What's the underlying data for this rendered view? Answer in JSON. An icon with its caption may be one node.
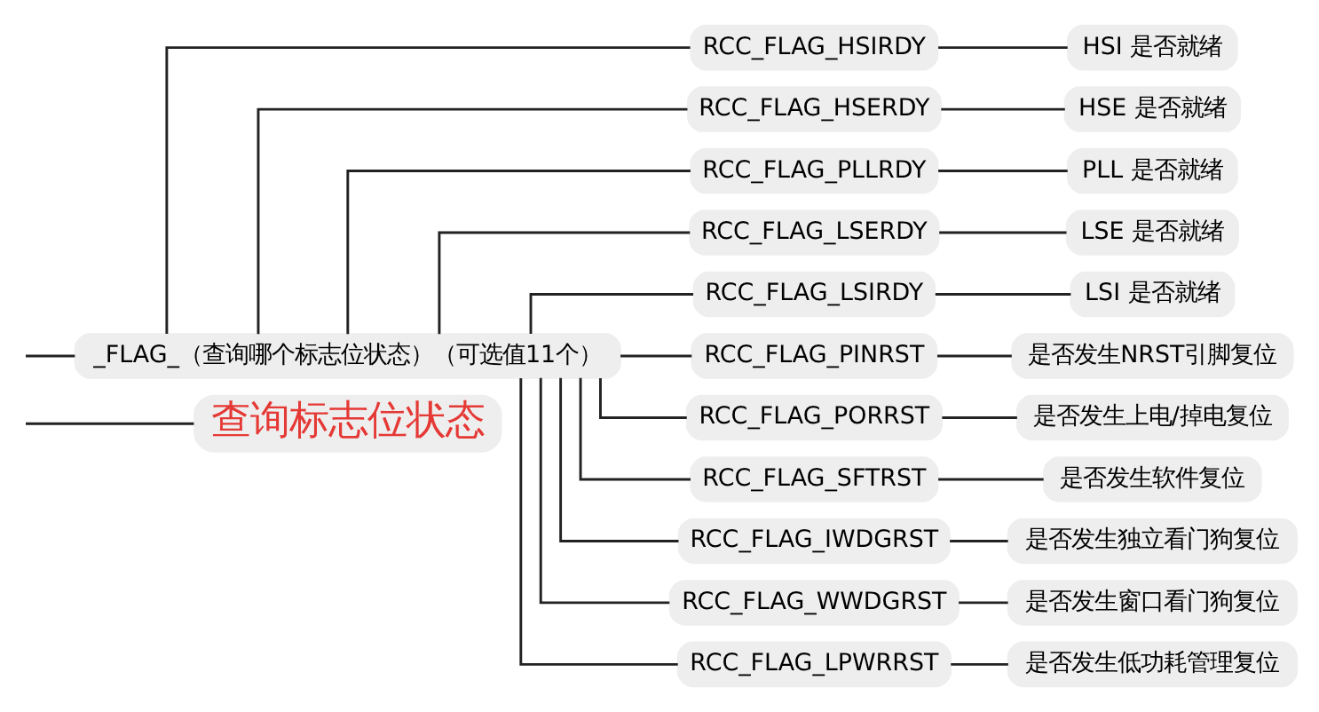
{
  "diagram": {
    "nodes": [
      {
        "text": [
          "查询标志位状态"
        ]
      },
      {
        "text": [
          "_FLAG_（查询哪个标志位状态）（可选值11个）"
        ]
      },
      {
        "text": [
          "RCC_FLAG_HSIRDY"
        ]
      },
      {
        "text": [
          "RCC_FLAG_HSERDY"
        ]
      },
      {
        "text": [
          "RCC_FLAG_PLLRDY"
        ]
      },
      {
        "text": [
          "RCC_FLAG_LSERDY"
        ]
      },
      {
        "text": [
          "RCC_FLAG_LSIRDY"
        ]
      },
      {
        "text": [
          "RCC_FLAG_PINRST"
        ]
      },
      {
        "text": [
          "RCC_FLAG_PORRST"
        ]
      },
      {
        "text": [
          "RCC_FLAG_SFTRST"
        ]
      },
      {
        "text": [
          "RCC_FLAG_IWDGRST"
        ]
      },
      {
        "text": [
          "RCC_FLAG_WWDGRST"
        ]
      },
      {
        "text": [
          "RCC_FLAG_LPWRRST"
        ]
      },
      {
        "text": [
          "HSI 是否就绪"
        ]
      },
      {
        "text": [
          "HSE 是否就绪"
        ]
      },
      {
        "text": [
          "PLL 是否就绪"
        ]
      },
      {
        "text": [
          "LSE 是否就绪"
        ]
      },
      {
        "text": [
          "LSI 是否就绪"
        ]
      },
      {
        "text": [
          "是否发生NRST引脚复位"
        ]
      },
      {
        "text": [
          "是否发生上电/掉电复位"
        ]
      },
      {
        "text": [
          "是否发生软件复位"
        ]
      },
      {
        "text": [
          "是否发生独立看门狗复位"
        ]
      },
      {
        "text": [
          "是否发生窗口看门狗复位"
        ]
      },
      {
        "text": [
          "是否发生低功耗管理复位"
        ]
      }
    ],
    "edges": [
      {
        "from": null,
        "to": 0,
        "arrow": "none"
      },
      {
        "from": null,
        "to": 1,
        "arrow": "none"
      },
      {
        "from": 1,
        "to": 2,
        "arrow": "none"
      },
      {
        "from": 1,
        "to": 3,
        "arrow": "none"
      },
      {
        "from": 1,
        "to": 4,
        "arrow": "none"
      },
      {
        "from": 1,
        "to": 5,
        "arrow": "none"
      },
      {
        "from": 1,
        "to": 6,
        "arrow": "none"
      },
      {
        "from": 1,
        "to": 7,
        "arrow": "none"
      },
      {
        "from": 1,
        "to": 8,
        "arrow": "none"
      },
      {
        "from": 1,
        "to": 9,
        "arrow": "none"
      },
      {
        "from": 1,
        "to": 10,
        "arrow": "none"
      },
      {
        "from": 1,
        "to": 11,
        "arrow": "none"
      },
      {
        "from": 1,
        "to": 12,
        "arrow": "none"
      },
      {
        "from": 2,
        "to": 13,
        "arrow": "none"
      },
      {
        "from": 3,
        "to": 14,
        "arrow": "none"
      },
      {
        "from": 4,
        "to": 15,
        "arrow": "none"
      },
      {
        "from": 5,
        "to": 16,
        "arrow": "none"
      },
      {
        "from": 6,
        "to": 17,
        "arrow": "none"
      },
      {
        "from": 7,
        "to": 18,
        "arrow": "none"
      },
      {
        "from": 8,
        "to": 19,
        "arrow": "none"
      },
      {
        "from": 9,
        "to": 20,
        "arrow": "none"
      },
      {
        "from": 10,
        "to": 21,
        "arrow": "none"
      },
      {
        "from": 11,
        "to": 22,
        "arrow": "none"
      },
      {
        "from": 12,
        "to": 23,
        "arrow": "none"
      }
    ]
  }
}
